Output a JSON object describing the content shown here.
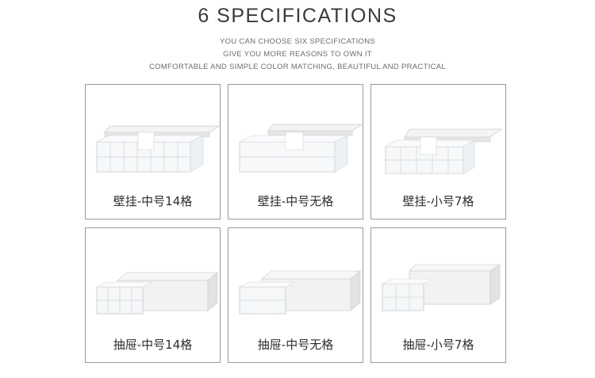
{
  "header": {
    "title": "6 SPECIFICATIONS",
    "lines": [
      "YOU CAN CHOOSE SIX SPECIFICATIONS",
      "GIVE YOU MORE REASONS TO OWN IT",
      "COMFORTABLE AND SIMPLE COLOR MATCHING, BEAUTIFUL AND PRACTICAL"
    ]
  },
  "products": [
    {
      "label": "壁挂-中号14格",
      "image": "wall-mounted-drawer-14-grid-image"
    },
    {
      "label": "壁挂-中号无格",
      "image": "wall-mounted-drawer-no-grid-image"
    },
    {
      "label": "壁挂-小号7格",
      "image": "wall-mounted-drawer-7-grid-image"
    },
    {
      "label": "抽屉-中号14格",
      "image": "drawer-box-14-grid-image"
    },
    {
      "label": "抽屉-中号无格",
      "image": "drawer-box-no-grid-image"
    },
    {
      "label": "抽屉-小号7格",
      "image": "drawer-box-7-grid-image"
    }
  ]
}
